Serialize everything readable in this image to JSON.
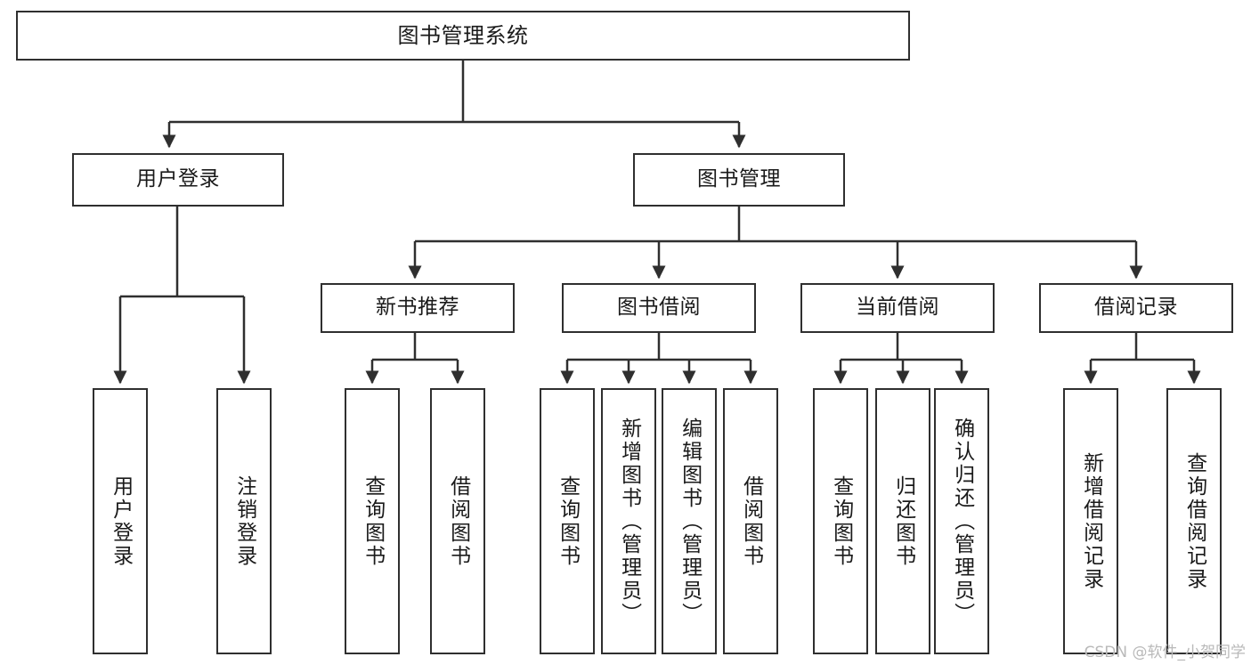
{
  "diagram": {
    "title": "图书管理系统",
    "watermark": "CSDN @软件_小贺同学",
    "accent_color": "#2f2f2f",
    "background_color": "#ffffff",
    "levels": {
      "root": {
        "label": "图书管理系统"
      },
      "level1": [
        {
          "label": "用户登录"
        },
        {
          "label": "图书管理"
        }
      ],
      "level2": [
        {
          "label": "新书推荐"
        },
        {
          "label": "图书借阅"
        },
        {
          "label": "当前借阅"
        },
        {
          "label": "借阅记录"
        }
      ],
      "leaves": {
        "user_login": [
          {
            "label": "用户登录"
          },
          {
            "label": "注销登录"
          }
        ],
        "new_book_recommend": [
          {
            "label": "查询图书"
          },
          {
            "label": "借阅图书"
          }
        ],
        "book_borrow": [
          {
            "label": "查询图书"
          },
          {
            "label": "新增图书（管理员）"
          },
          {
            "label": "编辑图书（管理员）"
          },
          {
            "label": "借阅图书"
          }
        ],
        "current_borrow": [
          {
            "label": "查询图书"
          },
          {
            "label": "归还图书"
          },
          {
            "label": "确认归还（管理员）"
          }
        ],
        "borrow_record": [
          {
            "label": "新增借阅记录"
          },
          {
            "label": "查询借阅记录"
          }
        ]
      }
    }
  }
}
